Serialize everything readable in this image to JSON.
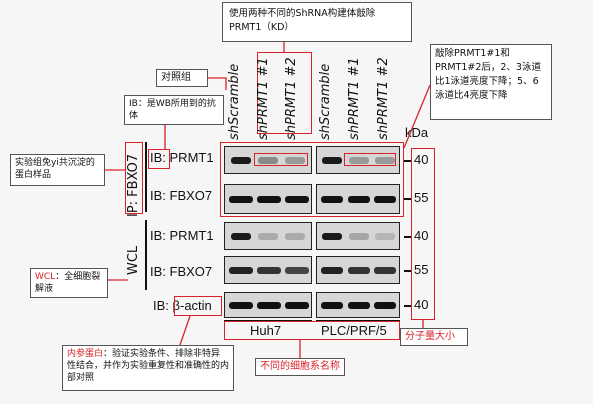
{
  "annotations": {
    "top": "使用两种不同的ShRNA构建体敲除PRMT1（KD）",
    "control": "对照组",
    "ib": "IB：是WB所用到的抗体",
    "ip_sample": "实验组免yi共沉淀的蛋白样品",
    "wcl_prefix": "WCL",
    "wcl_rest": "：全细胞裂解液",
    "right": "敲除PRMT1#1和PRMT1#2后，2、3泳道比1泳道亮度下降；5、6泳道比4亮度下降",
    "loading_prefix": "内参蛋白",
    "loading_rest": "：验证实验条件、排除非特异性结合，并作为实验重复性和准确性的内部对照",
    "cell_lines": "不同的细胞系名称",
    "mw": "分子量大小"
  },
  "lanes": [
    "shScramble",
    "shPRMT1 #1",
    "shPRMT1 #2",
    "shScramble",
    "shPRMT1 #1",
    "shPRMT1 #2"
  ],
  "kda_label": "kDa",
  "groups": {
    "ip": "IP: FBXO7",
    "wcl": "WCL"
  },
  "rows": [
    {
      "label": "IB: PRMT1",
      "kda": "40"
    },
    {
      "label": "IB: FBXO7",
      "kda": "55"
    },
    {
      "label": "IB: PRMT1",
      "kda": "40"
    },
    {
      "label": "IB: FBXO7",
      "kda": "55"
    },
    {
      "label": "IB: β-actin",
      "kda": "40"
    }
  ],
  "cells": [
    "Huh7",
    "PLC/PRF/5"
  ]
}
